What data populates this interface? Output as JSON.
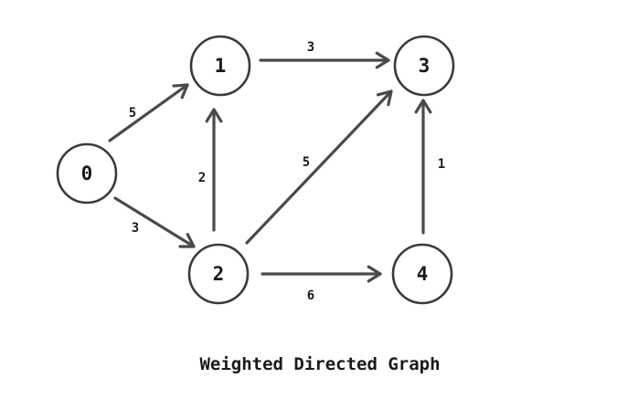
{
  "graph": {
    "nodes": [
      {
        "id": "0",
        "label": "0"
      },
      {
        "id": "1",
        "label": "1"
      },
      {
        "id": "2",
        "label": "2"
      },
      {
        "id": "3",
        "label": "3"
      },
      {
        "id": "4",
        "label": "4"
      }
    ],
    "edges": [
      {
        "from": "0",
        "to": "1",
        "weight": "5"
      },
      {
        "from": "0",
        "to": "2",
        "weight": "3"
      },
      {
        "from": "1",
        "to": "3",
        "weight": "3"
      },
      {
        "from": "2",
        "to": "1",
        "weight": "2"
      },
      {
        "from": "2",
        "to": "3",
        "weight": "5"
      },
      {
        "from": "2",
        "to": "4",
        "weight": "6"
      },
      {
        "from": "4",
        "to": "3",
        "weight": "1"
      }
    ]
  },
  "caption": "Weighted Directed Graph",
  "colors": {
    "stroke": "#3a3a3a",
    "text": "#1a1a1a",
    "background": "#ffffff"
  }
}
